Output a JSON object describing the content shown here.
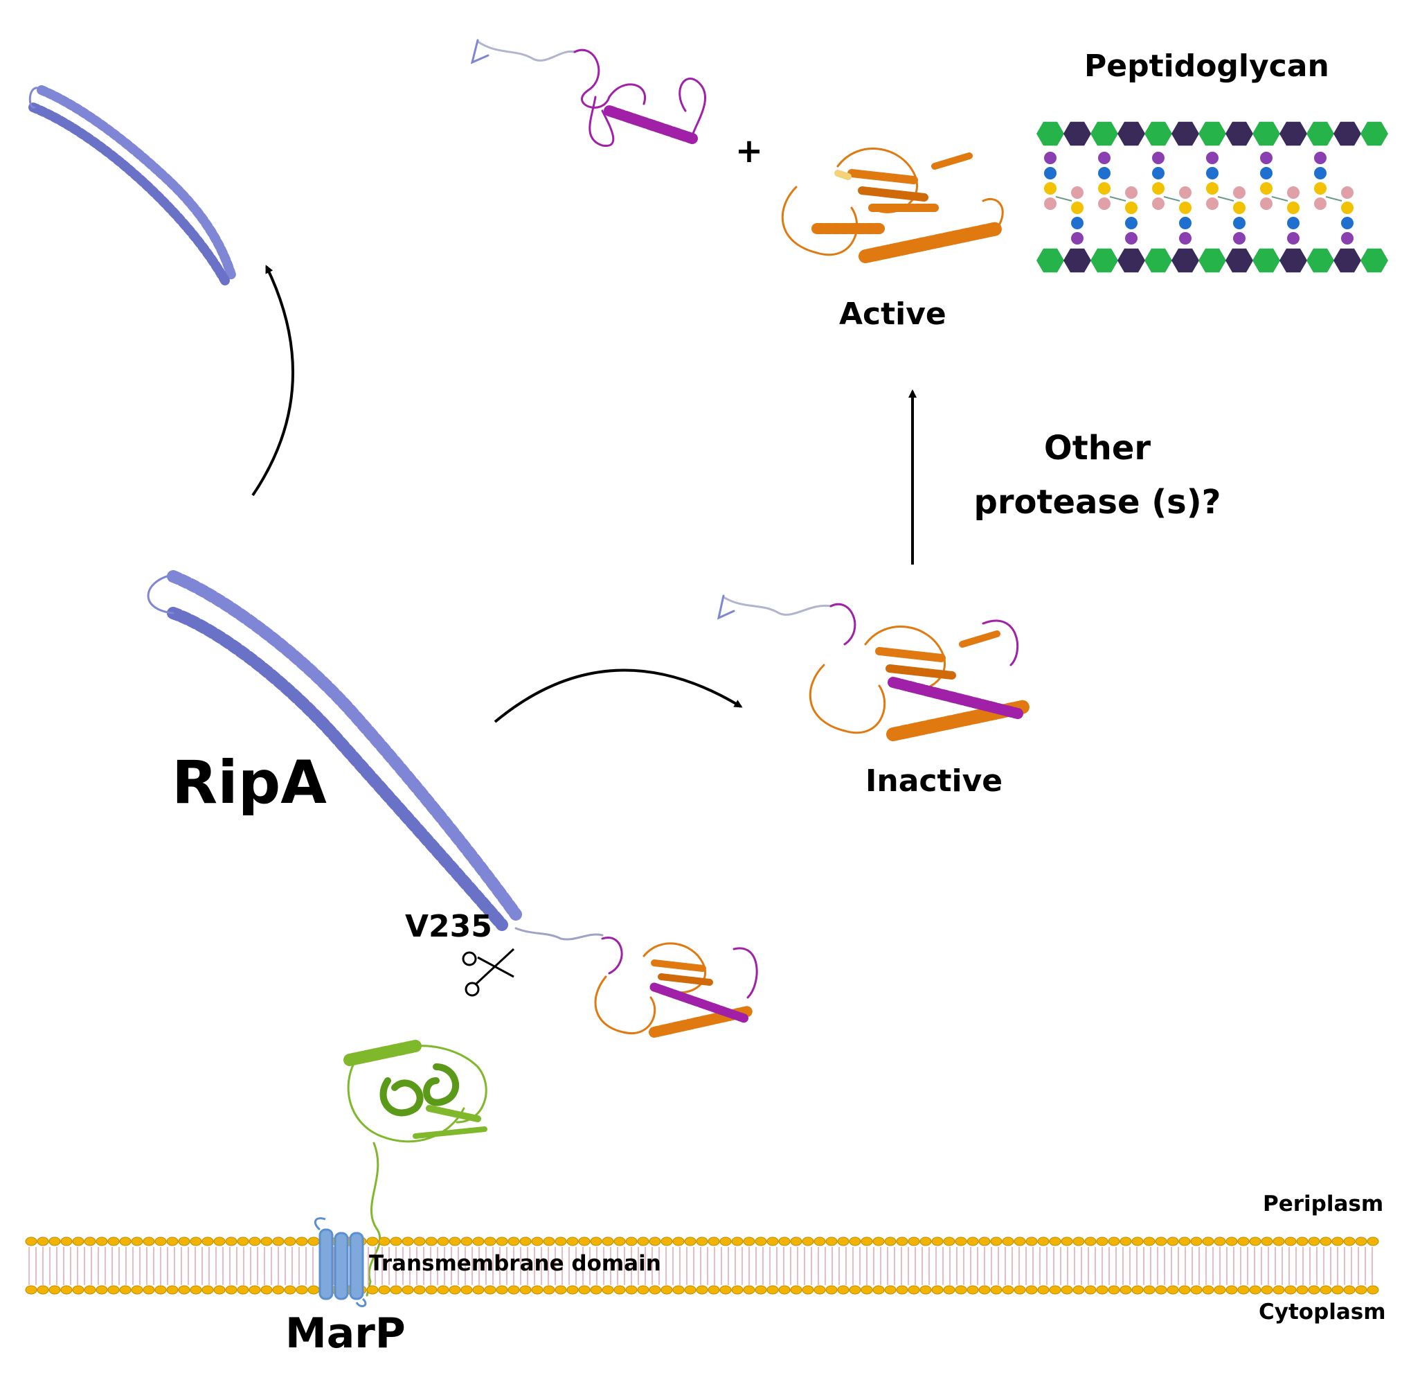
{
  "labels": {
    "peptidoglycan": "Peptidoglycan",
    "active": "Active",
    "inactive": "Inactive",
    "other_protease_line1": "Other",
    "other_protease_line2": "protease (s)?",
    "ripa": "RipA",
    "v235": "V235",
    "periplasm": "Periplasm",
    "cytoplasm": "Cytoplasm",
    "transmembrane_domain": "Transmembrane domain",
    "marp": "MarP",
    "plus": "+"
  },
  "colors": {
    "coiled_coil": "#7f86d6",
    "catalytic": "#e07a10",
    "propeptide": "#a020a8",
    "marp": "#7fb82a",
    "membrane_head": "#f0b400",
    "membrane_tail": "#e3a4b0",
    "tm_helix": "#5b8fd0",
    "pg_glycan_a": "#26b34a",
    "pg_glycan_b": "#3a2a5a",
    "pg_purple": "#8a3fb0",
    "pg_blue": "#1f6fcf",
    "pg_yellow": "#f2c200",
    "pg_pink": "#e0a0a8"
  }
}
